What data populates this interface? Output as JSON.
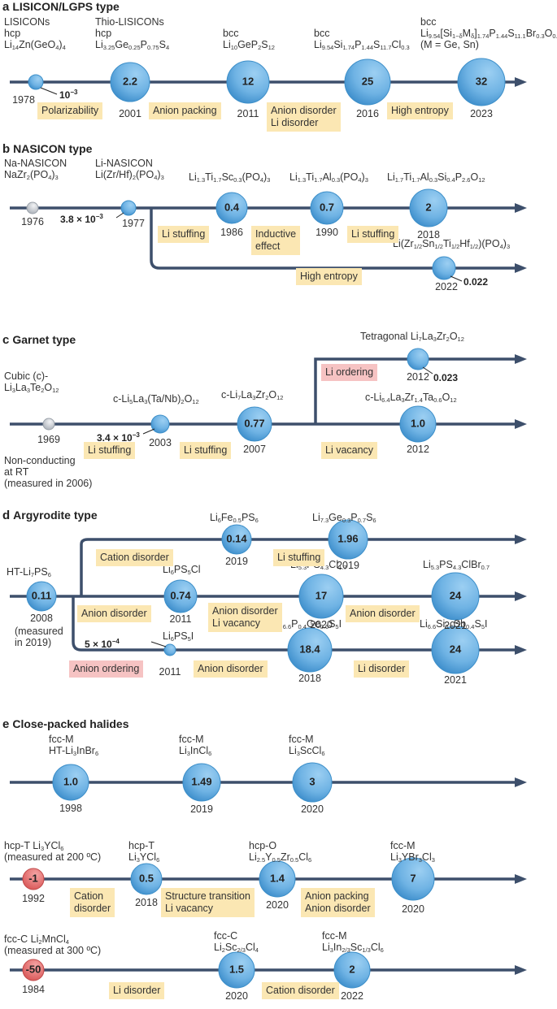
{
  "colors": {
    "line": "#3d4f6b",
    "circle": "#6fb3e4",
    "circle_dark": "#3d8fc9",
    "box": "#fbe7b3",
    "box_pink": "#f6c3c3",
    "grey": "#cfd3d8",
    "red": "#e57373"
  },
  "sections": [
    {
      "letter": "a",
      "title": "LISICON/LGPS type"
    },
    {
      "letter": "b",
      "title": "NASICON type"
    },
    {
      "letter": "c",
      "title": "Garnet type"
    },
    {
      "letter": "d",
      "title": "Argyrodite type"
    },
    {
      "letter": "e",
      "title": "Close-packed halides"
    }
  ],
  "a": {
    "n1": {
      "name_line1": "LISICONs",
      "name_line2": "hcp",
      "year": "1978",
      "value_text": "10",
      "value_exp": "−3"
    },
    "n2": {
      "name_line1": "Thio-LISICONs",
      "name_line2": "hcp",
      "value": "2.2",
      "year": "2001"
    },
    "n3": {
      "name_line1": "bcc",
      "value": "12",
      "year": "2011"
    },
    "n4": {
      "name_line1": "bcc",
      "value": "25",
      "year": "2016"
    },
    "n5": {
      "name_line1": "bcc",
      "name_line3": "(M = Ge, Sn)",
      "value": "32",
      "year": "2023"
    },
    "boxes": [
      "Polarizability",
      "Anion packing",
      "Anion disorder",
      "Li disorder",
      "High entropy"
    ]
  },
  "b": {
    "n1": {
      "name_line1": "Na-NASICON",
      "year": "1976"
    },
    "n2": {
      "name_line1": "Li-NASICON",
      "year": "1977",
      "value_text": "3.8 × 10",
      "value_exp": "−3"
    },
    "n3": {
      "value": "0.4",
      "year": "1986"
    },
    "n4": {
      "value": "0.7",
      "year": "1990"
    },
    "n5": {
      "value": "2",
      "year": "2018"
    },
    "n6": {
      "year": "2022",
      "value_text": "0.022"
    },
    "boxes": [
      "Li stuffing",
      "Inductive",
      "effect",
      "Li stuffing",
      "High entropy"
    ]
  },
  "c": {
    "n0": {
      "name_line1": "Cubic (c)-",
      "year": "1969",
      "note1": "Non-conducting",
      "note2": "at RT",
      "note3": "(measured in 2006)"
    },
    "n1": {
      "year": "2003",
      "value_text": "3.4 × 10",
      "value_exp": "−3"
    },
    "n2": {
      "value": "0.77",
      "year": "2007"
    },
    "n3": {
      "name_line1": "Tetragonal",
      "year": "2012",
      "value_text": "0.023"
    },
    "n4": {
      "value": "1.0",
      "year": "2012"
    },
    "boxes": [
      "Li stuffing",
      "Li stuffing",
      "Li ordering",
      "Li vacancy"
    ]
  },
  "d": {
    "n0": {
      "value": "0.11",
      "year": "2008",
      "note1": "(measured",
      "note2": "in 2019)"
    },
    "n1": {
      "value": "0.14",
      "year": "2019"
    },
    "n2": {
      "value": "1.96",
      "year": "2019"
    },
    "n3": {
      "value": "0.74",
      "year": "2011"
    },
    "n4": {
      "value": "17",
      "year": "2020"
    },
    "n5": {
      "value": "24",
      "year": "2021"
    },
    "n6": {
      "year": "2011",
      "value_text": "5 × 10",
      "value_exp": "−4"
    },
    "n7": {
      "value": "18.4",
      "year": "2018"
    },
    "n8": {
      "value": "24",
      "year": "2021"
    },
    "boxes": [
      "Cation disorder",
      "Li stuffing",
      "Anion disorder",
      "Anion disorder",
      "Li vacancy",
      "Anion disorder",
      "Anion ordering",
      "Anion disorder",
      "Li disorder"
    ]
  },
  "e": {
    "n1": {
      "name_line1": "fcc-M",
      "value": "1.0",
      "year": "1998"
    },
    "n2": {
      "name_line1": "fcc-M",
      "value": "1.49",
      "year": "2019"
    },
    "n3": {
      "name_line1": "fcc-M",
      "value": "3",
      "year": "2020"
    },
    "n4": {
      "name_line1": "hcp-T",
      "note": "(measured at 200 ºC)",
      "value": "-1",
      "year": "1992"
    },
    "n5": {
      "name_line1": "hcp-T",
      "value": "0.5",
      "year": "2018"
    },
    "n6": {
      "name_line1": "hcp-O",
      "value": "1.4",
      "year": "2020"
    },
    "n7": {
      "name_line1": "fcc-M",
      "value": "7",
      "year": "2020"
    },
    "n8": {
      "name_line1": "fcc-C",
      "note": "(measured at 300 ºC)",
      "value": "-50",
      "year": "1984"
    },
    "n9": {
      "name_line1": "fcc-C",
      "value": "1.5",
      "year": "2020"
    },
    "n10": {
      "name_line1": "fcc-M",
      "value": "2",
      "year": "2022"
    },
    "boxes": [
      "Cation",
      "disorder",
      "Structure transition",
      "Li vacancy",
      "Anion packing",
      "Anion disorder",
      "Li disorder",
      "Cation disorder"
    ]
  }
}
